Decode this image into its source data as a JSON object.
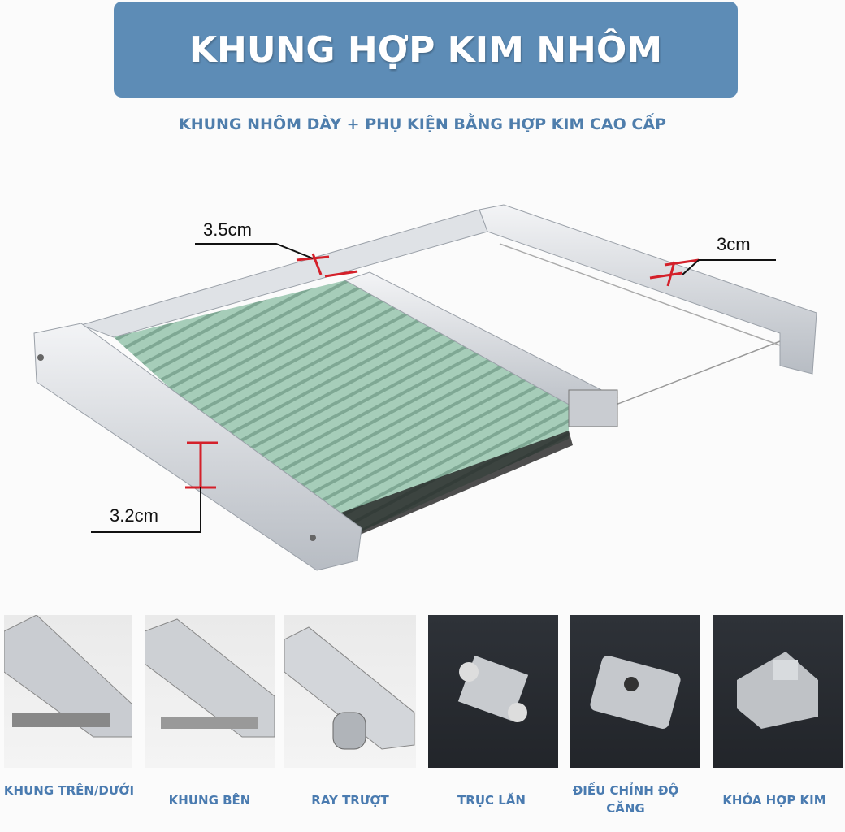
{
  "header": {
    "title": "KHUNG HỢP KIM NHÔM",
    "subtitle": "KHUNG NHÔM DÀY + PHỤ KIỆN BẰNG HỢP KIM CAO CẤP"
  },
  "dimensions": {
    "top": "3.5cm",
    "right": "3cm",
    "side": "3.2cm"
  },
  "parts": [
    {
      "label": "KHUNG TRÊN/DƯỚI",
      "bg": "light"
    },
    {
      "label": "KHUNG BÊN",
      "bg": "light"
    },
    {
      "label": "RAY TRƯỢT",
      "bg": "light"
    },
    {
      "label": "TRỤC LĂN",
      "bg": "dark"
    },
    {
      "label": "ĐIỀU CHỈNH ĐỘ CĂNG",
      "bg": "dark"
    },
    {
      "label": "KHÓA HỢP KIM",
      "bg": "dark"
    }
  ],
  "colors": {
    "banner": "#5d8cb6",
    "text_blue": "#4a7bb0",
    "marker": "#d4202a",
    "fabric": "#9fc7b4"
  }
}
